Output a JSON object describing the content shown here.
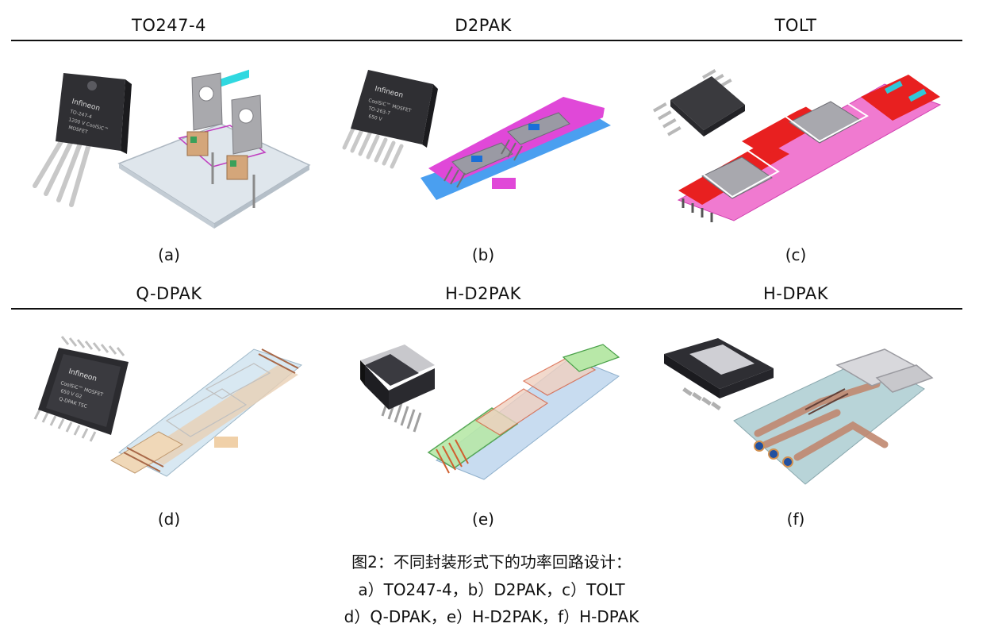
{
  "rows": [
    {
      "titles": [
        "TO247-4",
        "D2PAK",
        "TOLT"
      ],
      "labels": [
        "(a)",
        "(b)",
        "(c)"
      ]
    },
    {
      "titles": [
        "Q-DPAK",
        "H-D2PAK",
        "H-DPAK"
      ],
      "labels": [
        "(d)",
        "(e)",
        "(f)"
      ]
    }
  ],
  "chip_text": {
    "to247": [
      "Infineon",
      "TO-247-4",
      "1200 V CoolSiC™",
      "MOSFET"
    ],
    "d2pak": [
      "Infineon",
      "CoolSiC™ MOSFET",
      "TO-263-7",
      "650 V"
    ],
    "qdpak": [
      "Infineon",
      "CoolSiC™ MOSFET",
      "650 V G2",
      "Q-DPAK TSC"
    ]
  },
  "caption": {
    "line1": "图2：不同封装形式下的功率回路设计：",
    "line2": "a）TO247-4，b）D2PAK，c）TOLT",
    "line3": "d）Q-DPAK，e）H-D2PAK，f）H-DPAK"
  }
}
